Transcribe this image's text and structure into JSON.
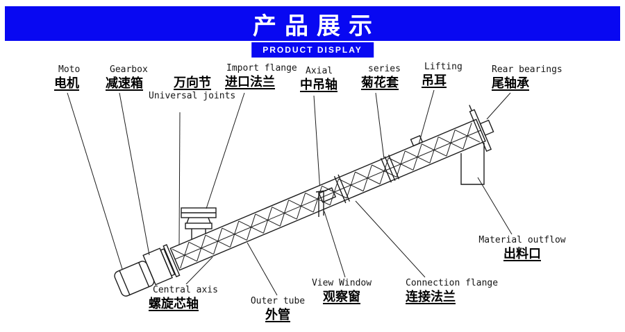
{
  "header": {
    "title": "产品展示",
    "subtitle": "PRODUCT DISPLAY",
    "banner_color": "#0808f2",
    "text_color": "#ffffff"
  },
  "diagram": {
    "line_color": "#1c1c1c",
    "labels": {
      "motor": {
        "en": "Moto",
        "zh": "电机"
      },
      "gearbox": {
        "en": "Gearbox",
        "zh": "减速箱"
      },
      "universal_joints": {
        "en": "Universal joints",
        "zh": "万向节"
      },
      "import_flange": {
        "en": "Import flange",
        "zh": "进口法兰"
      },
      "axial": {
        "en": "Axial",
        "zh": "中吊轴"
      },
      "series": {
        "en": "series",
        "zh": "菊花套"
      },
      "lifting": {
        "en": "Lifting",
        "zh": "吊耳"
      },
      "rear_bearings": {
        "en": "Rear bearings",
        "zh": "尾轴承"
      },
      "material_outflow": {
        "en": "Material outflow",
        "zh": "出料口"
      },
      "connection_flange": {
        "en": "Connection flange",
        "zh": "连接法兰"
      },
      "view_window": {
        "en": "View Window",
        "zh": "观察窗"
      },
      "outer_tube": {
        "en": "Outer tube",
        "zh": "外管"
      },
      "central_axis": {
        "en": "Central axis",
        "zh": "螺旋芯轴"
      }
    }
  }
}
